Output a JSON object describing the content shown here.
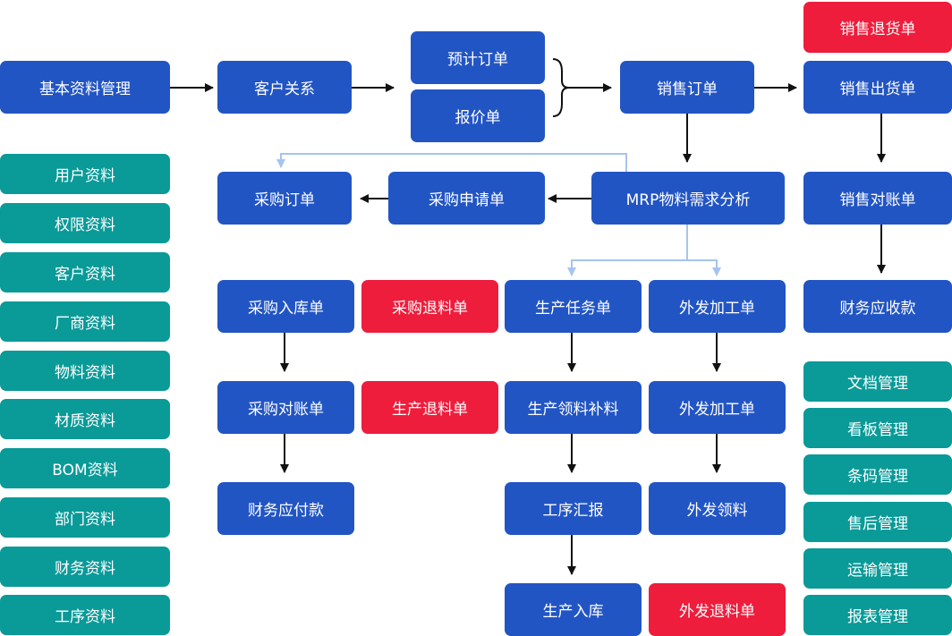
{
  "colors": {
    "process": "#2255c4",
    "return": "#ee1d3c",
    "base": "#0a9a98",
    "arrow": "#111111",
    "link": "#a6c4ef"
  },
  "flow": {
    "basic_data_mgmt": "基本资料管理",
    "customer_relations": "客户关系",
    "planned_order": "预计订单",
    "quotation": "报价单",
    "sales_order": "销售订单",
    "sales_return": "销售退货单",
    "sales_delivery": "销售出货单",
    "purchase_order": "采购订单",
    "purchase_request": "采购申请单",
    "mrp_analysis": "MRP物料需求分析",
    "sales_reconciliation": "销售对账单",
    "purchase_receipt": "采购入库单",
    "purchase_return": "采购退料单",
    "production_task": "生产任务单",
    "outsource_order_1": "外发加工单",
    "receivables": "财务应收款",
    "purchase_reconciliation": "采购对账单",
    "production_return": "生产退料单",
    "production_issue": "生产领料补料",
    "outsource_order_2": "外发加工单",
    "payables": "财务应付款",
    "process_report": "工序汇报",
    "outsource_issue": "外发领料",
    "production_receipt": "生产入库",
    "outsource_return": "外发退料单"
  },
  "base_data": [
    "用户资料",
    "权限资料",
    "客户资料",
    "厂商资料",
    "物料资料",
    "材质资料",
    "BOM资料",
    "部门资料",
    "财务资料",
    "工序资料"
  ],
  "modules": [
    "文档管理",
    "看板管理",
    "条码管理",
    "售后管理",
    "运输管理",
    "报表管理"
  ]
}
